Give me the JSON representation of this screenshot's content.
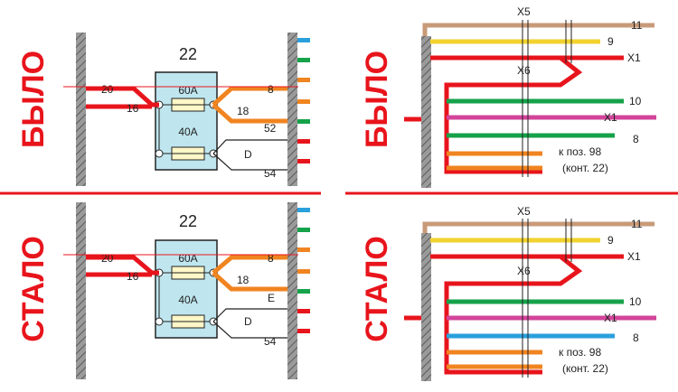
{
  "labels": {
    "before": "БЫЛО",
    "after": "СТАЛО"
  },
  "fuse_box": {
    "number": "22",
    "fuse_top": "60A",
    "fuse_bottom": "40A"
  },
  "fuse_diagram": {
    "before": {
      "in_top": "20",
      "in_mid": "16",
      "out_8": "8",
      "out_18": "18",
      "out_52": "52",
      "out_d": "D",
      "out_54": "54"
    },
    "after": {
      "in_top": "20",
      "in_mid": "16",
      "out_8": "8",
      "out_18": "18",
      "out_e": "E",
      "out_d": "D",
      "out_54": "54"
    }
  },
  "harness": {
    "connector_top": "X5",
    "connector_mid": "X6",
    "wire_11": "11",
    "wire_9": "9",
    "wire_x1_top": "X1",
    "wire_10": "10",
    "wire_x1_mid": "X1",
    "wire_8": "8",
    "note_line1": "к поз. 98",
    "note_line2": "(конт. 22)"
  },
  "colors": {
    "red": "#e8141c",
    "orange": "#f08420",
    "tan": "#c89a78",
    "yellow": "#f2d22e",
    "green": "#15a24a",
    "magenta": "#d2449a",
    "blue": "#2aa0dc",
    "fuse_box_fill": "#bfe6ef"
  }
}
